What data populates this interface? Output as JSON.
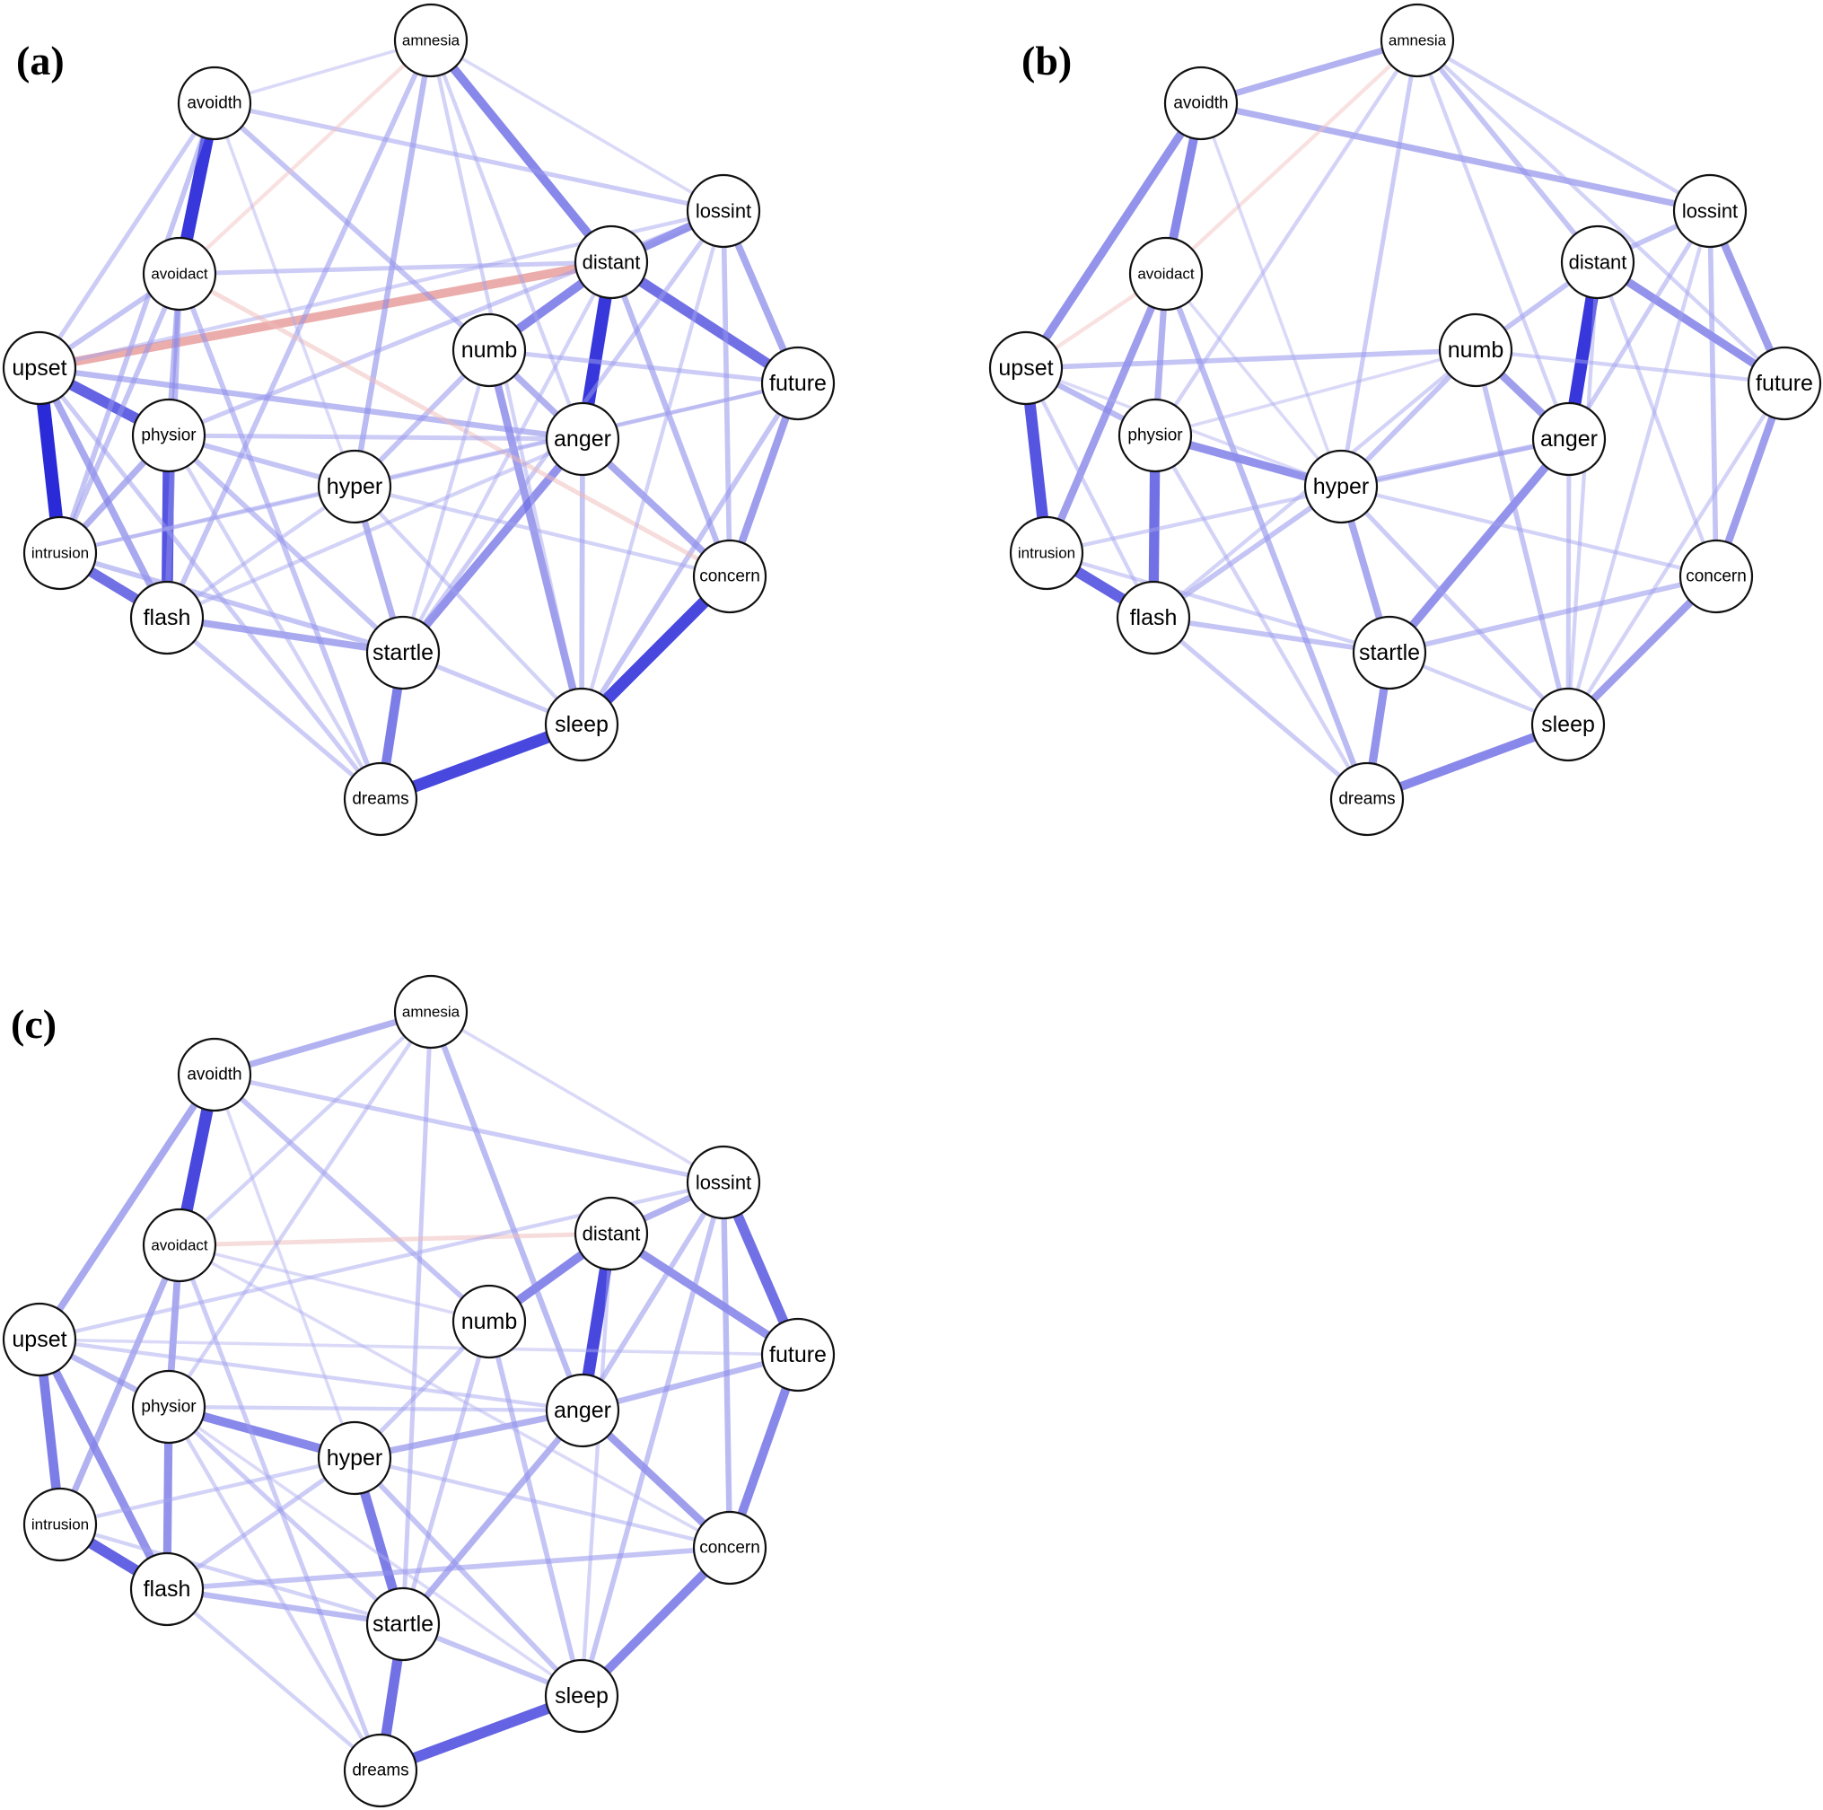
{
  "colors": {
    "positive": "#1a1ad6",
    "negative": "#d9625e",
    "node_fill": "#ffffff",
    "node_stroke": "#111111"
  },
  "nodes": [
    {
      "id": "amnesia",
      "label": "amnesia"
    },
    {
      "id": "avoidth",
      "label": "avoidth"
    },
    {
      "id": "avoidact",
      "label": "avoidact"
    },
    {
      "id": "upset",
      "label": "upset"
    },
    {
      "id": "physior",
      "label": "physior"
    },
    {
      "id": "intrusion",
      "label": "intrusion"
    },
    {
      "id": "flash",
      "label": "flash"
    },
    {
      "id": "hyper",
      "label": "hyper"
    },
    {
      "id": "numb",
      "label": "numb"
    },
    {
      "id": "distant",
      "label": "distant"
    },
    {
      "id": "lossint",
      "label": "lossint"
    },
    {
      "id": "future",
      "label": "future"
    },
    {
      "id": "anger",
      "label": "anger"
    },
    {
      "id": "concern",
      "label": "concern"
    },
    {
      "id": "startle",
      "label": "startle"
    },
    {
      "id": "sleep",
      "label": "sleep"
    },
    {
      "id": "dreams",
      "label": "dreams"
    }
  ],
  "panels": [
    {
      "label": "(a)",
      "edges": [
        [
          "avoidth",
          "avoidact",
          0.9
        ],
        [
          "upset",
          "intrusion",
          0.95
        ],
        [
          "upset",
          "physior",
          0.75
        ],
        [
          "intrusion",
          "flash",
          0.7
        ],
        [
          "physior",
          "flash",
          0.8
        ],
        [
          "distant",
          "anger",
          0.9
        ],
        [
          "distant",
          "numb",
          0.6
        ],
        [
          "distant",
          "future",
          0.7
        ],
        [
          "distant",
          "lossint",
          0.55
        ],
        [
          "amnesia",
          "distant",
          0.6
        ],
        [
          "sleep",
          "concern",
          0.85
        ],
        [
          "dreams",
          "sleep",
          0.85
        ],
        [
          "startle",
          "dreams",
          0.65
        ],
        [
          "anger",
          "startle",
          0.55
        ],
        [
          "numb",
          "sleep",
          0.5
        ],
        [
          "concern",
          "future",
          0.5
        ],
        [
          "lossint",
          "future",
          0.45
        ],
        [
          "upset",
          "distant",
          -0.6
        ],
        [
          "upset",
          "flash",
          0.45
        ],
        [
          "intrusion",
          "physior",
          0.4
        ],
        [
          "avoidact",
          "physior",
          0.35
        ],
        [
          "avoidact",
          "flash",
          0.35
        ],
        [
          "flash",
          "startle",
          0.45
        ],
        [
          "hyper",
          "startle",
          0.4
        ],
        [
          "physior",
          "hyper",
          0.3
        ],
        [
          "anger",
          "concern",
          0.45
        ],
        [
          "anger",
          "sleep",
          0.3
        ],
        [
          "amnesia",
          "hyper",
          0.35
        ],
        [
          "amnesia",
          "flash",
          0.3
        ],
        [
          "avoidact",
          "dreams",
          0.3
        ],
        [
          "upset",
          "anger",
          0.35
        ],
        [
          "avoidact",
          "upset",
          0.3
        ],
        [
          "avoidact",
          "intrusion",
          0.3
        ],
        [
          "avoidth",
          "intrusion",
          0.3
        ],
        [
          "avoidth",
          "upset",
          0.25
        ],
        [
          "avoidth",
          "numb",
          0.3
        ],
        [
          "avoidth",
          "lossint",
          0.25
        ],
        [
          "avoidth",
          "amnesia",
          0.15
        ],
        [
          "numb",
          "anger",
          0.4
        ],
        [
          "lossint",
          "concern",
          0.3
        ],
        [
          "lossint",
          "startle",
          0.25
        ],
        [
          "future",
          "sleep",
          0.3
        ],
        [
          "distant",
          "concern",
          0.35
        ],
        [
          "hyper",
          "numb",
          0.3
        ],
        [
          "physior",
          "startle",
          0.3
        ],
        [
          "intrusion",
          "startle",
          0.3
        ],
        [
          "upset",
          "dreams",
          0.25
        ],
        [
          "flash",
          "dreams",
          0.25
        ],
        [
          "physior",
          "lossint",
          0.25
        ],
        [
          "avoidact",
          "distant",
          0.25
        ],
        [
          "intrusion",
          "future",
          0.2
        ],
        [
          "upset",
          "lossint",
          0.2
        ],
        [
          "amnesia",
          "anger",
          0.2
        ],
        [
          "amnesia",
          "sleep",
          0.2
        ],
        [
          "amnesia",
          "avoidact",
          -0.2
        ],
        [
          "avoidact",
          "concern",
          -0.25
        ],
        [
          "numb",
          "future",
          0.25
        ],
        [
          "startle",
          "sleep",
          0.25
        ],
        [
          "physior",
          "anger",
          0.25
        ],
        [
          "flash",
          "anger",
          0.2
        ],
        [
          "hyper",
          "sleep",
          0.2
        ],
        [
          "hyper",
          "concern",
          0.2
        ],
        [
          "amnesia",
          "lossint",
          0.15
        ],
        [
          "hyper",
          "future",
          0.2
        ],
        [
          "flash",
          "hyper",
          0.2
        ],
        [
          "intrusion",
          "hyper",
          0.2
        ],
        [
          "avoidth",
          "hyper",
          0.15
        ],
        [
          "physior",
          "dreams",
          0.2
        ],
        [
          "numb",
          "startle",
          0.2
        ],
        [
          "distant",
          "startle",
          0.2
        ],
        [
          "lossint",
          "sleep",
          0.2
        ]
      ]
    },
    {
      "label": "(b)",
      "edges": [
        [
          "avoidth",
          "avoidact",
          0.6
        ],
        [
          "avoidth",
          "amnesia",
          0.4
        ],
        [
          "avoidth",
          "lossint",
          0.4
        ],
        [
          "avoidth",
          "upset",
          0.55
        ],
        [
          "upset",
          "intrusion",
          0.8
        ],
        [
          "intrusion",
          "flash",
          0.75
        ],
        [
          "physior",
          "flash",
          0.7
        ],
        [
          "physior",
          "hyper",
          0.55
        ],
        [
          "distant",
          "anger",
          0.9
        ],
        [
          "distant",
          "future",
          0.55
        ],
        [
          "numb",
          "anger",
          0.5
        ],
        [
          "lossint",
          "future",
          0.5
        ],
        [
          "future",
          "concern",
          0.5
        ],
        [
          "concern",
          "sleep",
          0.5
        ],
        [
          "dreams",
          "sleep",
          0.6
        ],
        [
          "startle",
          "dreams",
          0.55
        ],
        [
          "hyper",
          "startle",
          0.45
        ],
        [
          "anger",
          "startle",
          0.55
        ],
        [
          "avoidact",
          "intrusion",
          0.5
        ],
        [
          "avoidact",
          "physior",
          0.4
        ],
        [
          "avoidact",
          "dreams",
          0.35
        ],
        [
          "upset",
          "physior",
          0.35
        ],
        [
          "upset",
          "numb",
          0.3
        ],
        [
          "amnesia",
          "distant",
          0.3
        ],
        [
          "amnesia",
          "hyper",
          0.25
        ],
        [
          "hyper",
          "anger",
          0.3
        ],
        [
          "hyper",
          "numb",
          0.3
        ],
        [
          "flash",
          "startle",
          0.3
        ],
        [
          "flash",
          "hyper",
          0.3
        ],
        [
          "numb",
          "sleep",
          0.3
        ],
        [
          "anger",
          "sleep",
          0.25
        ],
        [
          "lossint",
          "concern",
          0.3
        ],
        [
          "distant",
          "lossint",
          0.3
        ],
        [
          "distant",
          "numb",
          0.3
        ],
        [
          "startle",
          "concern",
          0.3
        ],
        [
          "amnesia",
          "avoidact",
          -0.2
        ],
        [
          "avoidact",
          "upset",
          -0.2
        ],
        [
          "lossint",
          "anger",
          0.25
        ],
        [
          "intrusion",
          "anger",
          0.2
        ],
        [
          "physior",
          "dreams",
          0.2
        ],
        [
          "amnesia",
          "lossint",
          0.2
        ],
        [
          "amnesia",
          "future",
          0.2
        ],
        [
          "amnesia",
          "anger",
          0.2
        ],
        [
          "amnesia",
          "physior",
          0.2
        ],
        [
          "hyper",
          "sleep",
          0.25
        ],
        [
          "hyper",
          "concern",
          0.2
        ],
        [
          "flash",
          "dreams",
          0.25
        ],
        [
          "flash",
          "numb",
          0.2
        ],
        [
          "numb",
          "future",
          0.2
        ],
        [
          "distant",
          "sleep",
          0.2
        ],
        [
          "lossint",
          "sleep",
          0.2
        ],
        [
          "avoidth",
          "hyper",
          0.15
        ],
        [
          "upset",
          "flash",
          0.2
        ],
        [
          "intrusion",
          "startle",
          0.2
        ],
        [
          "future",
          "sleep",
          0.2
        ],
        [
          "startle",
          "sleep",
          0.2
        ],
        [
          "distant",
          "concern",
          0.2
        ],
        [
          "avoidact",
          "hyper",
          0.15
        ],
        [
          "physior",
          "numb",
          0.15
        ],
        [
          "upset",
          "hyper",
          0.15
        ]
      ]
    },
    {
      "label": "(c)",
      "edges": [
        [
          "avoidth",
          "avoidact",
          0.85
        ],
        [
          "avoidth",
          "amnesia",
          0.4
        ],
        [
          "avoidth",
          "upset",
          0.45
        ],
        [
          "upset",
          "intrusion",
          0.65
        ],
        [
          "upset",
          "flash",
          0.55
        ],
        [
          "intrusion",
          "flash",
          0.75
        ],
        [
          "physior",
          "flash",
          0.55
        ],
        [
          "physior",
          "hyper",
          0.6
        ],
        [
          "hyper",
          "startle",
          0.65
        ],
        [
          "startle",
          "dreams",
          0.7
        ],
        [
          "dreams",
          "sleep",
          0.75
        ],
        [
          "sleep",
          "concern",
          0.6
        ],
        [
          "concern",
          "future",
          0.6
        ],
        [
          "lossint",
          "future",
          0.7
        ],
        [
          "distant",
          "anger",
          0.85
        ],
        [
          "numb",
          "distant",
          0.6
        ],
        [
          "distant",
          "future",
          0.55
        ],
        [
          "distant",
          "lossint",
          0.4
        ],
        [
          "anger",
          "concern",
          0.5
        ],
        [
          "hyper",
          "anger",
          0.4
        ],
        [
          "anger",
          "startle",
          0.4
        ],
        [
          "avoidact",
          "physior",
          0.45
        ],
        [
          "avoidact",
          "intrusion",
          0.4
        ],
        [
          "amnesia",
          "anger",
          0.35
        ],
        [
          "amnesia",
          "startle",
          0.25
        ],
        [
          "avoidth",
          "numb",
          0.3
        ],
        [
          "avoidth",
          "lossint",
          0.25
        ],
        [
          "avoidact",
          "distant",
          -0.25
        ],
        [
          "avoidact",
          "dreams",
          0.25
        ],
        [
          "upset",
          "physior",
          0.35
        ],
        [
          "flash",
          "startle",
          0.35
        ],
        [
          "flash",
          "concern",
          0.3
        ],
        [
          "numb",
          "sleep",
          0.3
        ],
        [
          "numb",
          "startle",
          0.25
        ],
        [
          "lossint",
          "concern",
          0.35
        ],
        [
          "lossint",
          "anger",
          0.3
        ],
        [
          "lossint",
          "sleep",
          0.3
        ],
        [
          "future",
          "anger",
          0.35
        ],
        [
          "hyper",
          "sleep",
          0.3
        ],
        [
          "hyper",
          "numb",
          0.25
        ],
        [
          "physior",
          "dreams",
          0.2
        ],
        [
          "intrusion",
          "hyper",
          0.2
        ],
        [
          "upset",
          "lossint",
          0.2
        ],
        [
          "upset",
          "anger",
          0.2
        ],
        [
          "amnesia",
          "physior",
          0.2
        ],
        [
          "amnesia",
          "avoidact",
          0.2
        ],
        [
          "amnesia",
          "lossint",
          0.15
        ],
        [
          "avoidth",
          "hyper",
          0.15
        ],
        [
          "flash",
          "dreams",
          0.2
        ],
        [
          "flash",
          "hyper",
          0.25
        ],
        [
          "intrusion",
          "startle",
          0.2
        ],
        [
          "startle",
          "sleep",
          0.3
        ],
        [
          "hyper",
          "concern",
          0.2
        ],
        [
          "physior",
          "startle",
          0.25
        ],
        [
          "physior",
          "anger",
          0.2
        ],
        [
          "distant",
          "sleep",
          0.2
        ],
        [
          "upset",
          "future",
          0.15
        ],
        [
          "avoidact",
          "numb",
          0.15
        ],
        [
          "avoidact",
          "concern",
          0.15
        ],
        [
          "physior",
          "sleep",
          0.15
        ]
      ]
    }
  ]
}
